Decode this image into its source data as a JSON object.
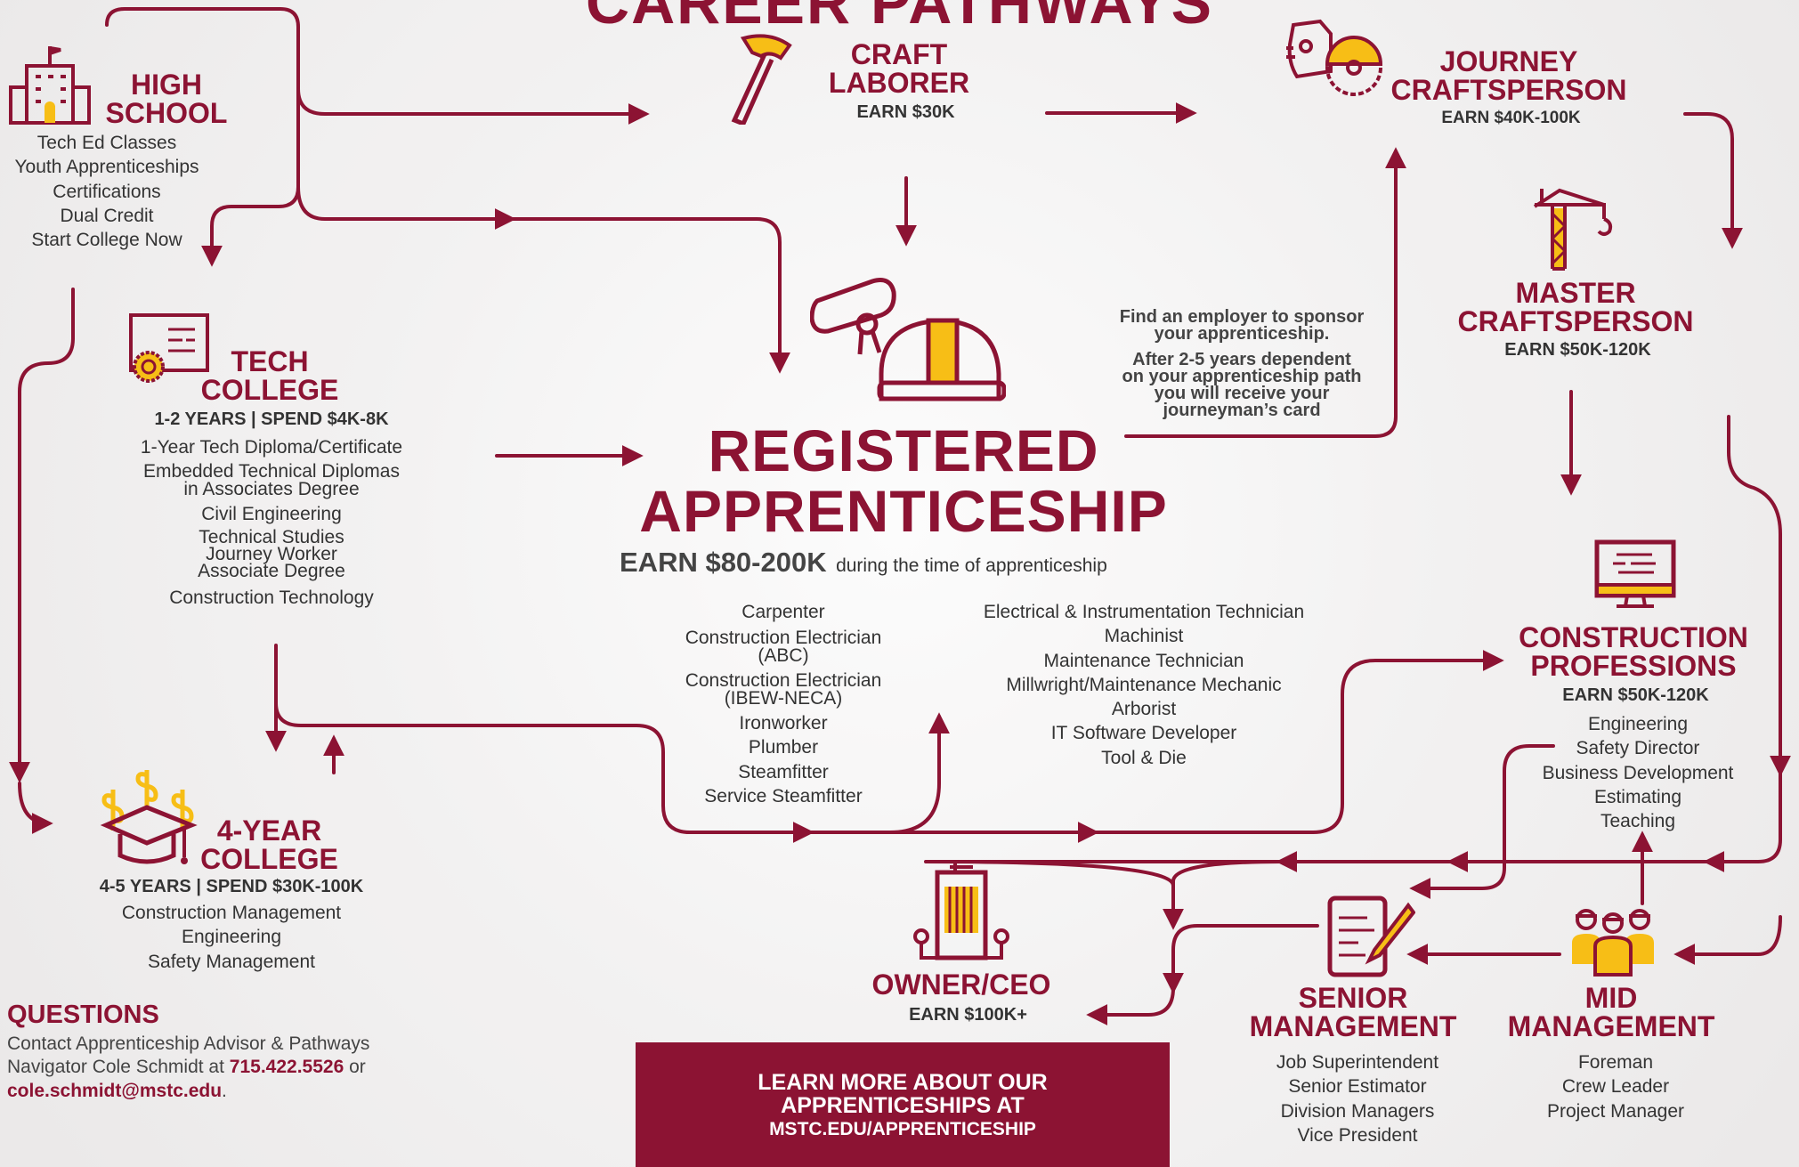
{
  "header": {
    "title": "CAREER PATHWAYS"
  },
  "high_school": {
    "title_line1": "HIGH",
    "title_line2": "SCHOOL",
    "items": [
      "Tech Ed Classes",
      "Youth Apprenticeships",
      "Certifications",
      "Dual Credit",
      "Start College Now"
    ]
  },
  "craft_laborer": {
    "title_line1": "CRAFT",
    "title_line2": "LABORER",
    "earn": "EARN $30K"
  },
  "journey": {
    "title_line1": "JOURNEY",
    "title_line2": "CRAFTSPERSON",
    "earn": "EARN $40K-100K"
  },
  "master": {
    "title_line1": "MASTER",
    "title_line2": "CRAFTSPERSON",
    "earn": "EARN $50K-120K"
  },
  "sponsor_note": {
    "line1": "Find an employer to sponsor",
    "line2": "your apprenticeship.",
    "line3": "After 2-5 years dependent",
    "line4": "on your apprenticeship path",
    "line5": "you will receive your",
    "line6": "journeyman’s card"
  },
  "tech_college": {
    "title_line1": "TECH",
    "title_line2": "COLLEGE",
    "duration": "1-2 YEARS | SPEND $4K-8K",
    "items": [
      "1-Year Tech Diploma/Certificate",
      "Embedded Technical Diplomas",
      "in Associates Degree",
      "Civil Engineering",
      "Technical Studies",
      "Journey Worker",
      "Associate Degree",
      "Construction Technology"
    ]
  },
  "registered": {
    "title_line1": "REGISTERED",
    "title_line2": "APPRENTICESHIP",
    "earn": "EARN $80-200K",
    "earn_note": "during the time of apprenticeship",
    "trades_left": [
      "Carpenter",
      "Construction Electrician",
      "(ABC)",
      "Construction Electrician",
      "(IBEW-NECA)",
      "Ironworker",
      "Plumber",
      "Steamfitter",
      "Service Steamfitter"
    ],
    "trades_right": [
      "Electrical & Instrumentation Technician",
      "Machinist",
      "Maintenance Technician",
      "Millwright/Maintenance Mechanic",
      "Arborist",
      "IT Software Developer",
      "Tool & Die"
    ]
  },
  "construction_prof": {
    "title_line1": "CONSTRUCTION",
    "title_line2": "PROFESSIONS",
    "earn": "EARN $50K-120K",
    "items": [
      "Engineering",
      "Safety Director",
      "Business Development",
      "Estimating",
      "Teaching"
    ]
  },
  "four_year": {
    "title_line1": "4-YEAR",
    "title_line2": "COLLEGE",
    "duration": "4-5 YEARS | SPEND $30K-100K",
    "items": [
      "Construction Management",
      "Engineering",
      "Safety Management"
    ]
  },
  "owner": {
    "title": "OWNER/CEO",
    "earn": "EARN $100K+"
  },
  "senior": {
    "title_line1": "SENIOR",
    "title_line2": "MANAGEMENT",
    "items": [
      "Job Superintendent",
      "Senior Estimator",
      "Division Managers",
      "Vice President"
    ]
  },
  "mid": {
    "title_line1": "MID",
    "title_line2": "MANAGEMENT",
    "items": [
      "Foreman",
      "Crew Leader",
      "Project Manager"
    ]
  },
  "questions": {
    "title": "QUESTIONS",
    "line1": "Contact Apprenticeship Advisor & Pathways",
    "line2_pre": "Navigator Cole Schmidt at ",
    "phone": "715.422.5526",
    "line2_post": " or",
    "email": "cole.schmidt@mstc.edu",
    "email_post": "."
  },
  "cta": {
    "line1": "LEARN MORE ABOUT OUR",
    "line2": "APPRENTICESHIPS AT",
    "line3": "MSTC.EDU/APPRENTICESHIP"
  },
  "colors": {
    "maroon": "#8c1333",
    "gold": "#f7be16",
    "text": "#333333"
  }
}
